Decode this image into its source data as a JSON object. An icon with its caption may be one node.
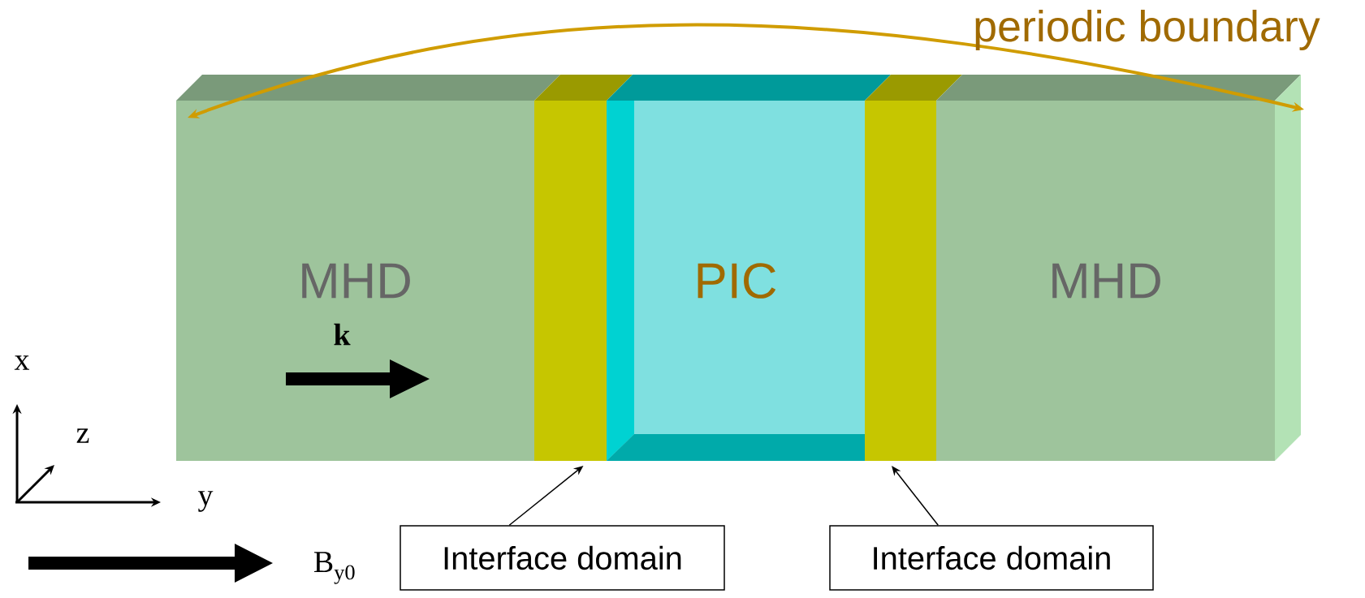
{
  "diagram": {
    "nodes": [
      {
        "text": [
          "MHD"
        ]
      },
      {
        "text": [],
        "shape": "bar"
      },
      {
        "text": [
          "PIC"
        ]
      },
      {
        "text": [],
        "shape": "bar"
      },
      {
        "text": [
          "MHD"
        ]
      },
      {
        "text": [
          "Interface domain"
        ]
      },
      {
        "text": [
          "Interface domain"
        ]
      }
    ],
    "edges": [
      {
        "from": 0,
        "to": 4,
        "arrow": "both",
        "label": "periodic boundary",
        "color": "#d09c00"
      },
      {
        "from": 5,
        "to": 1,
        "arrow": "to"
      },
      {
        "from": 6,
        "to": 3,
        "arrow": "to"
      }
    ],
    "labels": [
      "k",
      "x",
      "z",
      "y",
      "B$_{y0}$"
    ]
  }
}
